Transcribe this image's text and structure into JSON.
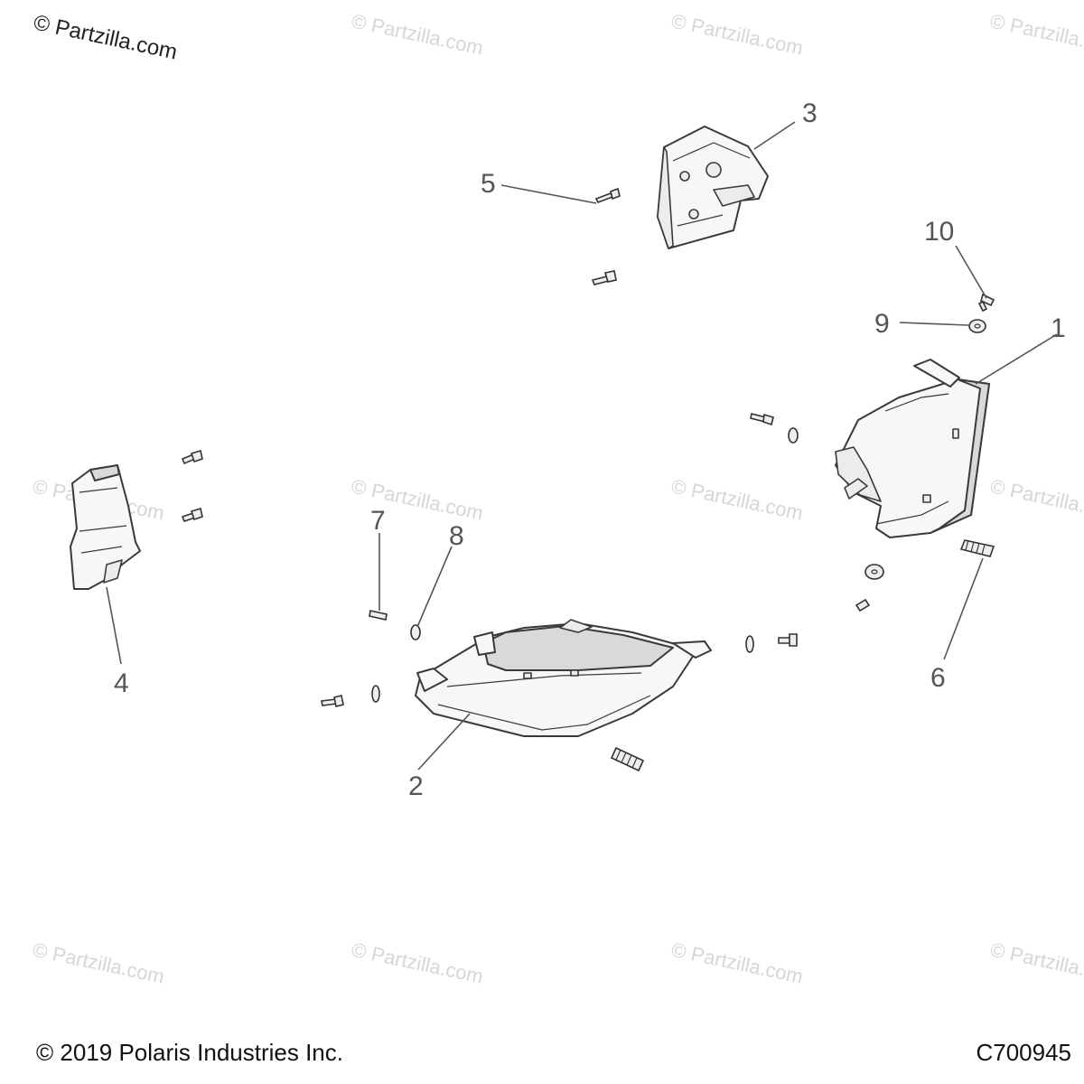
{
  "watermarks": {
    "corner": "© Partzilla.com",
    "tile": "© Partzilla.com"
  },
  "callouts": {
    "c1": "1",
    "c2": "2",
    "c3": "3",
    "c4": "4",
    "c5": "5",
    "c6": "6",
    "c7": "7",
    "c8": "8",
    "c9": "9",
    "c10": "10"
  },
  "footer": {
    "copyright": "© 2019 Polaris Industries Inc.",
    "drawing_code": "C700945"
  },
  "colors": {
    "line": "#3a3a3a",
    "callout": "#555555",
    "watermark": "#d6d6d6"
  }
}
